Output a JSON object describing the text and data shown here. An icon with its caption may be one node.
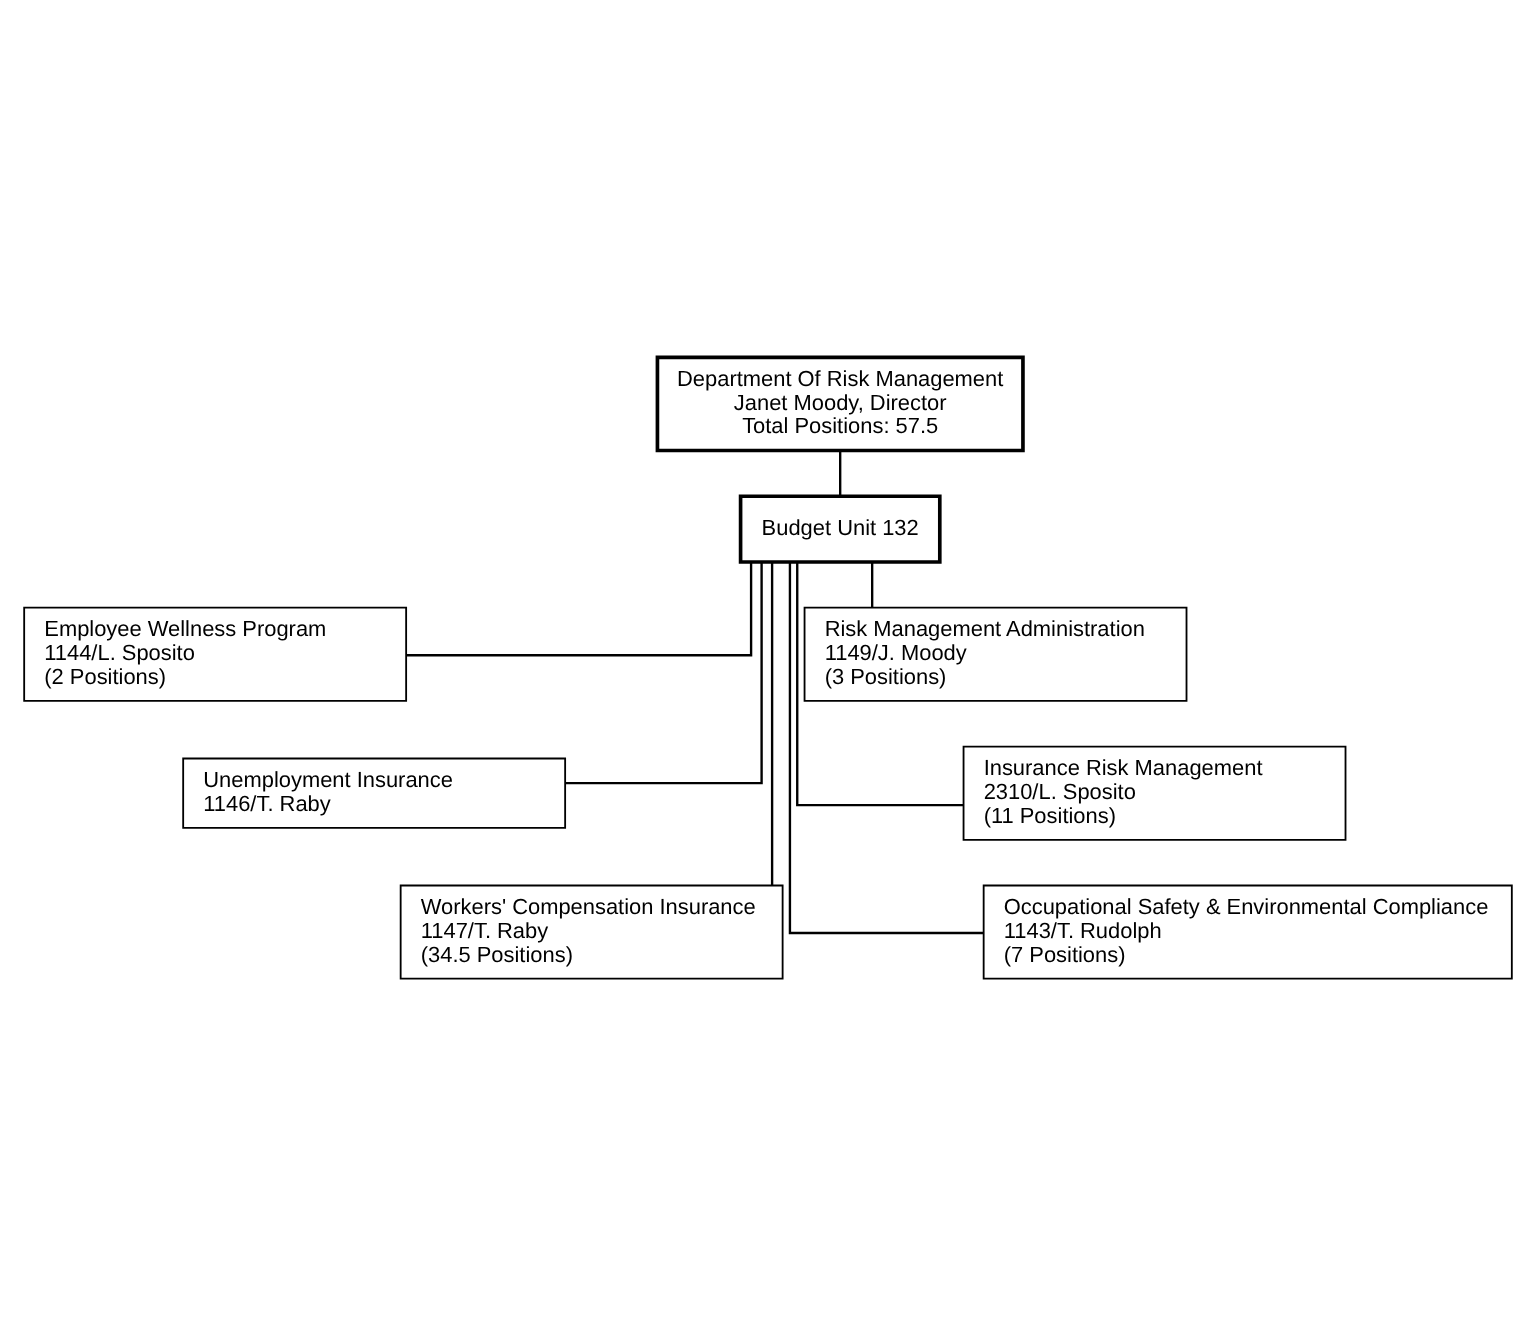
{
  "diagram": {
    "nodes": [
      {
        "text": [
          "Department Of Risk Management",
          "Janet Moody, Director",
          "Total Positions: 57.5"
        ]
      },
      {
        "text": [
          "Budget Unit 132"
        ]
      },
      {
        "text": [
          "Employee Wellness Program",
          "1144/L. Sposito",
          "(2 Positions)"
        ]
      },
      {
        "text": [
          "Unemployment Insurance",
          "1146/T. Raby"
        ]
      },
      {
        "text": [
          "Workers' Compensation Insurance",
          "1147/T. Raby",
          "(34.5 Positions)"
        ]
      },
      {
        "text": [
          "Risk Management Administration",
          "1149/J. Moody",
          "(3 Positions)"
        ]
      },
      {
        "text": [
          "Insurance Risk Management",
          "2310/L. Sposito",
          "(11 Positions)"
        ]
      },
      {
        "text": [
          "Occupational Safety & Environmental Compliance",
          "1143/T. Rudolph",
          "(7 Positions)"
        ]
      }
    ],
    "edges": [
      {
        "from": 0,
        "to": 1,
        "arrow": "none"
      },
      {
        "from": 1,
        "to": 2,
        "arrow": "none"
      },
      {
        "from": 1,
        "to": 3,
        "arrow": "none"
      },
      {
        "from": 1,
        "to": 4,
        "arrow": "none"
      },
      {
        "from": 1,
        "to": 5,
        "arrow": "none"
      },
      {
        "from": 1,
        "to": 6,
        "arrow": "none"
      },
      {
        "from": 1,
        "to": 7,
        "arrow": "none"
      }
    ]
  }
}
